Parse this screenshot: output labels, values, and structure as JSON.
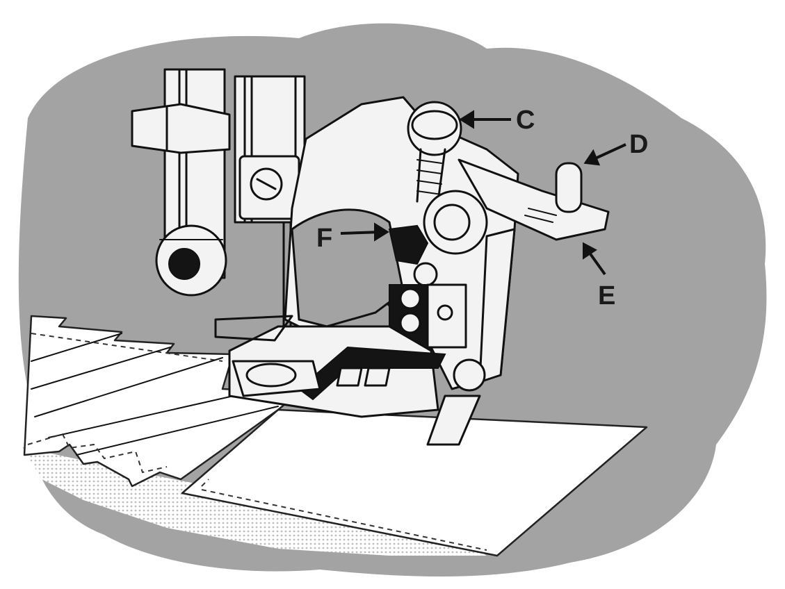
{
  "labels": {
    "c": "C",
    "d": "D",
    "e": "E",
    "f": "F"
  },
  "colors": {
    "background_blob": "#a3a3a3",
    "ink": "#111111",
    "cloth": "#ffffff"
  }
}
